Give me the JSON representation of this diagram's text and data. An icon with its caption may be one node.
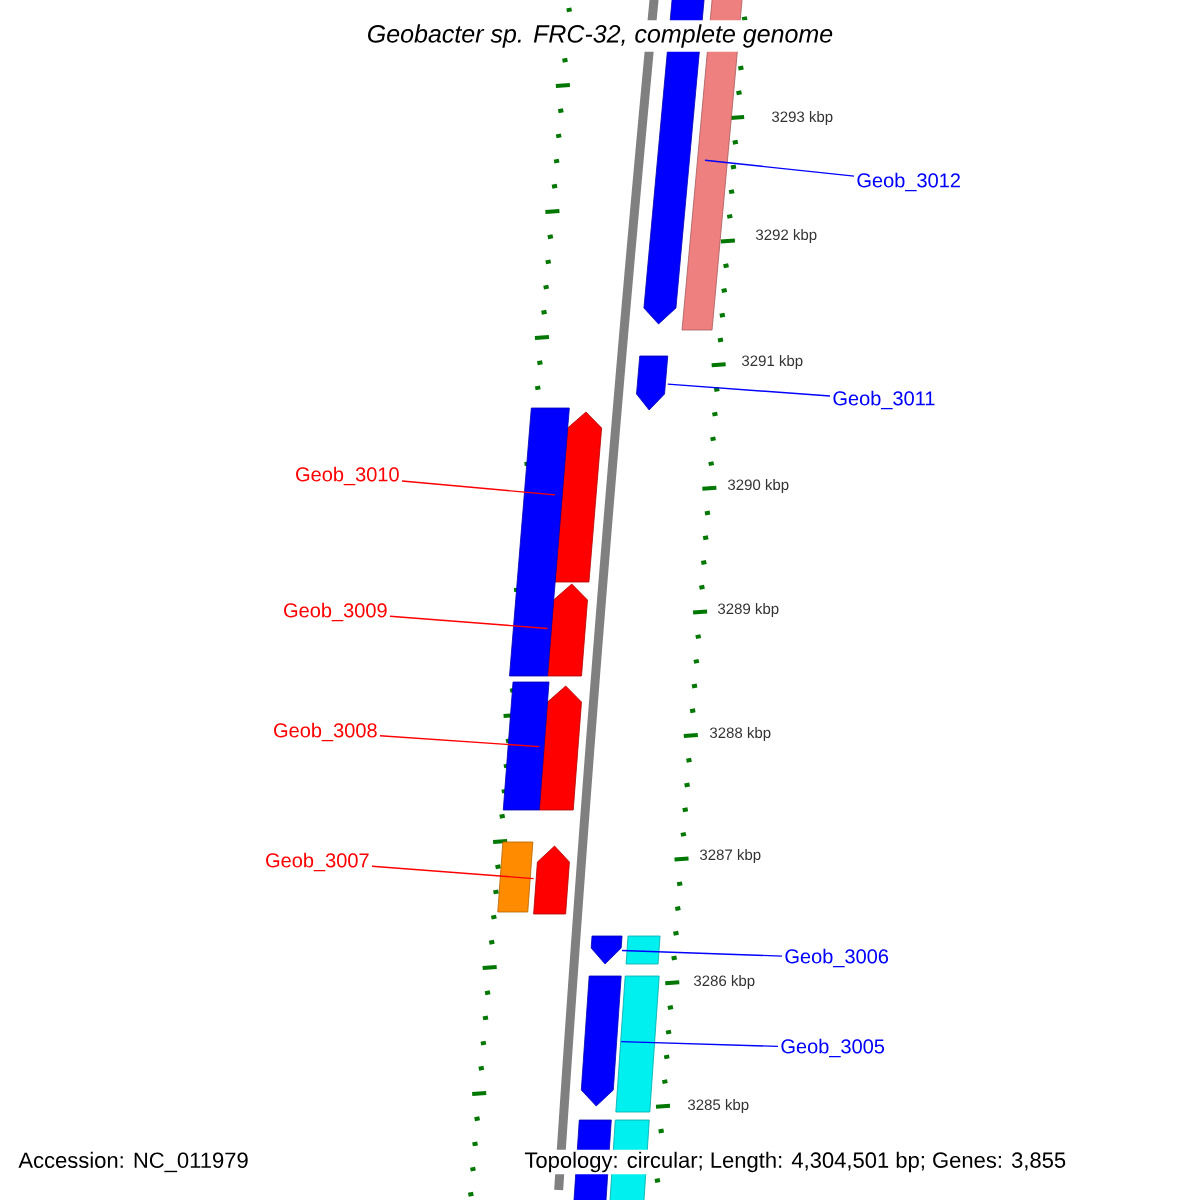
{
  "diagram": {
    "title": "Geobacter sp. FRC-32, complete genome",
    "nodes": [
      {
        "text": [
          "Geob_3012"
        ]
      },
      {
        "text": [
          "Geob_3011"
        ]
      },
      {
        "text": [
          "Geob_3010"
        ]
      },
      {
        "text": [
          "Geob_3009"
        ]
      },
      {
        "text": [
          "Geob_3008"
        ]
      },
      {
        "text": [
          "Geob_3007"
        ]
      },
      {
        "text": [
          "Geob_3006"
        ]
      },
      {
        "text": [
          "Geob_3005"
        ]
      },
      {
        "text": [],
        "shape": "arrow"
      },
      {
        "text": [],
        "shape": "arrow"
      },
      {
        "text": [],
        "shape": "arrow"
      },
      {
        "text": [],
        "shape": "arrow"
      },
      {
        "text": [],
        "shape": "arrow"
      },
      {
        "text": [],
        "shape": "arrow"
      },
      {
        "text": [],
        "shape": "arrow"
      },
      {
        "text": [],
        "shape": "arrow"
      },
      {
        "text": [],
        "shape": "bar"
      },
      {
        "text": [],
        "shape": "bar"
      },
      {
        "text": [],
        "shape": "bar"
      },
      {
        "text": [],
        "shape": "bar"
      },
      {
        "text": [],
        "shape": "bar"
      },
      {
        "text": [],
        "shape": "bar"
      },
      {
        "text": [],
        "shape": "bar"
      },
      {
        "text": [],
        "shape": "bar"
      }
    ],
    "edges": [
      {
        "from": 0,
        "to": 8,
        "arrow": "none",
        "color": "#0000ff"
      },
      {
        "from": 1,
        "to": 9,
        "arrow": "none",
        "color": "#0000ff"
      },
      {
        "from": 2,
        "to": 10,
        "arrow": "none",
        "color": "#ff0000"
      },
      {
        "from": 3,
        "to": 11,
        "arrow": "none",
        "color": "#ff0000"
      },
      {
        "from": 4,
        "to": 12,
        "arrow": "none",
        "color": "#ff0000"
      },
      {
        "from": 5,
        "to": 13,
        "arrow": "none",
        "color": "#ff0000"
      },
      {
        "from": 6,
        "to": 14,
        "arrow": "none",
        "color": "#0000ff"
      },
      {
        "from": 7,
        "to": 15,
        "arrow": "none",
        "color": "#0000ff"
      }
    ],
    "labels": [
      "3293 kbp",
      "3292 kbp",
      "3291 kbp",
      "3290 kbp",
      "3289 kbp",
      "3288 kbp",
      "3287 kbp",
      "3286 kbp",
      "3285 kbp",
      "Accession: NC_011979",
      "Topology: circular; Length: 4,304,501 bp; Genes: 3,855"
    ]
  }
}
